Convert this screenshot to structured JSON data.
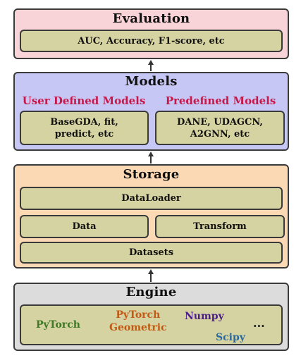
{
  "evaluation": {
    "title": "Evaluation",
    "metrics": "AUC, Accuracy, F1-score, etc"
  },
  "models": {
    "title": "Models",
    "user_defined_title": "User Defined Models",
    "predefined_title": "Predefined Models",
    "user_defined_line1": "BaseGDA, fit,",
    "user_defined_line2": "predict, etc",
    "predefined_line1": "DANE, UDAGCN,",
    "predefined_line2": "A2GNN, etc"
  },
  "storage": {
    "title": "Storage",
    "dataloader": "DataLoader",
    "data": "Data",
    "transform": "Transform",
    "datasets": "Datasets"
  },
  "engine": {
    "title": "Engine",
    "pytorch": "PyTorch",
    "pyg_line1": "PyTorch",
    "pyg_line2": "Geometric",
    "numpy": "Numpy",
    "scipy": "Scipy",
    "more": "..."
  },
  "colors": {
    "evaluation_bg": "#f8d4d8",
    "models_bg": "#c7c7f6",
    "storage_bg": "#fbd9b4",
    "engine_bg": "#dcdcdc",
    "inner_box": "#d6d3a2",
    "subheading": "#c8184a",
    "pytorch": "#3d7a25",
    "pyg": "#c05a14",
    "numpy": "#4b1d87",
    "scipy": "#2b6aa0"
  }
}
